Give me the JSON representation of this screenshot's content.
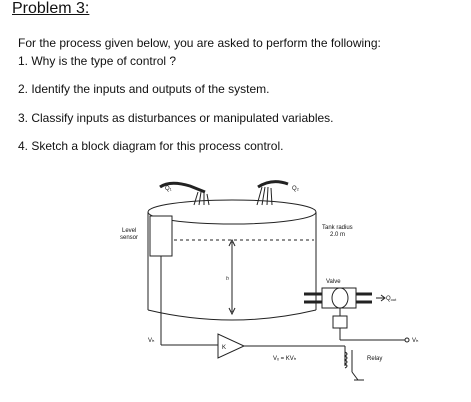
{
  "heading": "Problem 3:",
  "intro": "For the process given below, you are asked to perform the following:",
  "items": [
    "1. Why is the type of control ?",
    "2. Identify the inputs and outputs of the system.",
    "3. Classify inputs as disturbances or manipulated variables.",
    "4. Sketch a block diagram for this process control."
  ],
  "diagram": {
    "q1": "Q₁",
    "q2": "Q₂",
    "level_sensor_1": "Level",
    "level_sensor_2": "sensor",
    "tank_radius_1": "Tank radius",
    "tank_radius_2": "2.0 m",
    "h": "h",
    "valve": "Valve",
    "qout": "Q",
    "qout_sub": "out",
    "vh": "Vₕ",
    "k": "K",
    "vf_eq": "Vₓ = KVₕ",
    "vb": "Vₕ",
    "relay": "Relay"
  }
}
